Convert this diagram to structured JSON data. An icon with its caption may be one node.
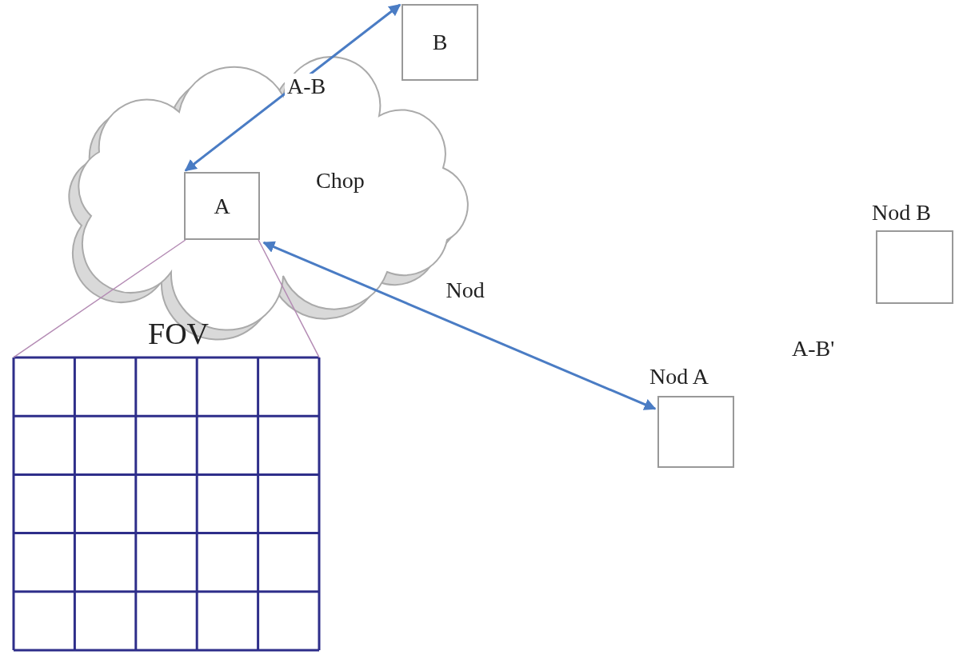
{
  "diagram": {
    "nodes": [
      {
        "text": [
          "Chop"
        ]
      },
      {
        "text": [
          "A"
        ],
        "in": 0
      },
      {
        "text": [
          "B"
        ]
      },
      {
        "text": [
          "FOV"
        ]
      },
      {
        "text": [
          "Nod A"
        ]
      },
      {
        "text": [
          "Nod B"
        ]
      }
    ],
    "edges": [
      {
        "from": 1,
        "to": 2,
        "arrow": "both",
        "label": "A-B",
        "color": "#4a7cc4"
      },
      {
        "from": 1,
        "to": 4,
        "arrow": "both",
        "label": "Nod",
        "color": "#4a7cc4"
      },
      {
        "from": 1,
        "to": 3,
        "arrow": "none",
        "color": "#b48bb4"
      },
      {
        "from": 1,
        "to": 3,
        "arrow": "none",
        "color": "#b48bb4"
      }
    ],
    "labels": [
      "A-B'"
    ]
  }
}
